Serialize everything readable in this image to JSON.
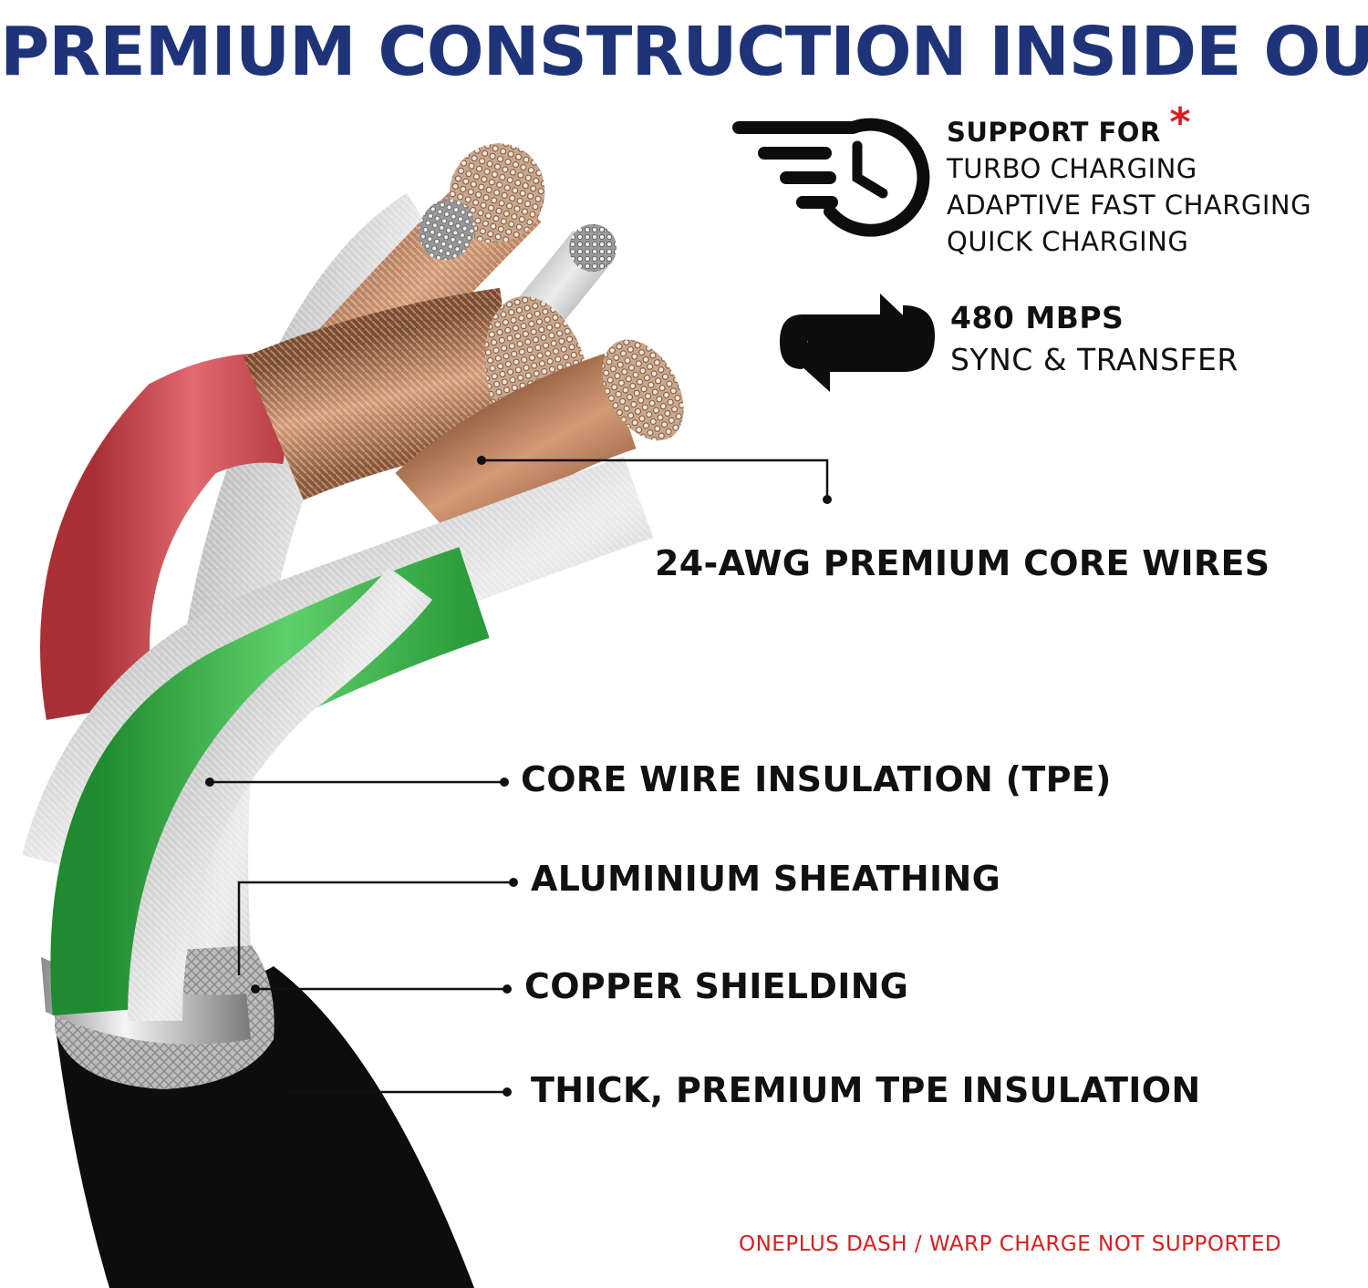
{
  "title": "PREMIUM CONSTRUCTION INSIDE OUT",
  "charging": {
    "heading": "SUPPORT FOR",
    "asterisk": "*",
    "items": [
      "TURBO CHARGING",
      "ADAPTIVE FAST CHARGING",
      "QUICK CHARGING"
    ],
    "icon": "fast-charge-clock-icon"
  },
  "sync": {
    "speed": "480 MBPS",
    "label": "SYNC & TRANSFER",
    "icon": "sync-arrows-icon"
  },
  "callouts": {
    "core_wires": "24-AWG PREMIUM CORE WIRES",
    "insulation": "CORE WIRE INSULATION (TPE)",
    "aluminium": "ALUMINIUM SHEATHING",
    "copper": "COPPER SHIELDING",
    "outer": "THICK, PREMIUM TPE INSULATION"
  },
  "disclaimer": "ONEPLUS DASH / WARP CHARGE NOT SUPPORTED",
  "colors": {
    "title": "#1f3478",
    "accent_red": "#d32020",
    "wire_red": "#d9555a",
    "wire_green": "#3bb54a",
    "copper": "#b27552",
    "silver": "#c7c7c7",
    "jacket": "#0d0d0d"
  }
}
